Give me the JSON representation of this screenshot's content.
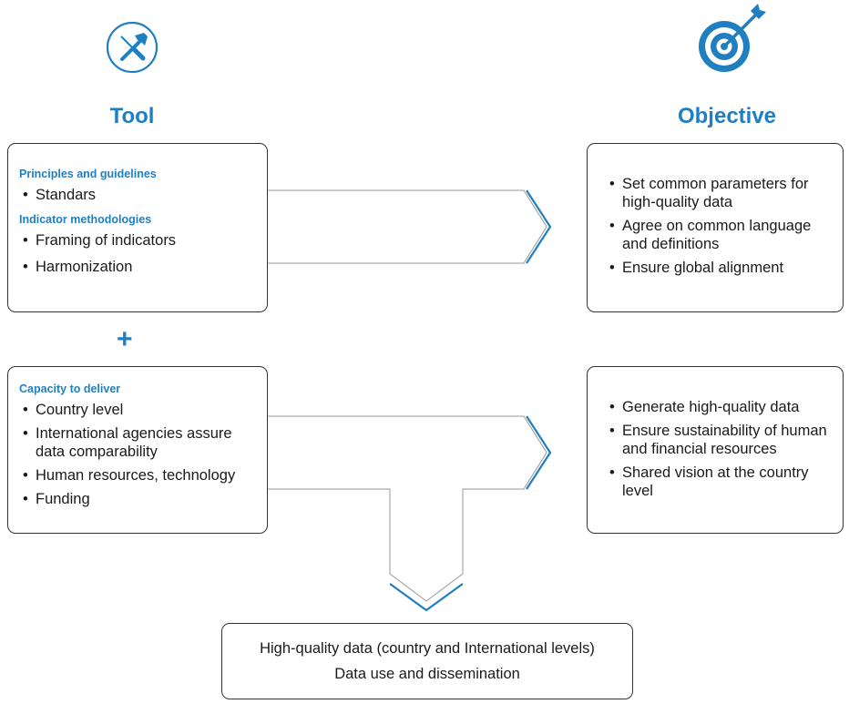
{
  "tool_heading": "Tool",
  "objective_heading": "Objective",
  "plus_sign": "+",
  "icons": {
    "tool": "hammer-screwdriver-icon",
    "objective": "target-dart-icon"
  },
  "colors": {
    "accent": "#1f7fc1",
    "border": "#333333"
  },
  "tool_box_1": {
    "groups": [
      {
        "label": "Principles and guidelines",
        "items": [
          "Standars"
        ]
      },
      {
        "label": "Indicator methodologies",
        "items": [
          "Framing of indicators",
          "Harmonization"
        ]
      }
    ]
  },
  "tool_box_2": {
    "label": "Capacity to deliver",
    "items": [
      "Country level",
      "International agencies assure data comparability",
      "Human resources, technology",
      "Funding"
    ]
  },
  "objective_box_1": {
    "items": [
      "Set common parameters for high-quality data",
      "Agree on common language and definitions",
      "Ensure global alignment"
    ]
  },
  "objective_box_2": {
    "items": [
      "Generate high-quality data",
      "Ensure sustainability of human and financial resources",
      "Shared vision at the country level"
    ]
  },
  "result_box": {
    "line1": "High-quality data (country and International levels)",
    "line2": "Data use and dissemination"
  }
}
